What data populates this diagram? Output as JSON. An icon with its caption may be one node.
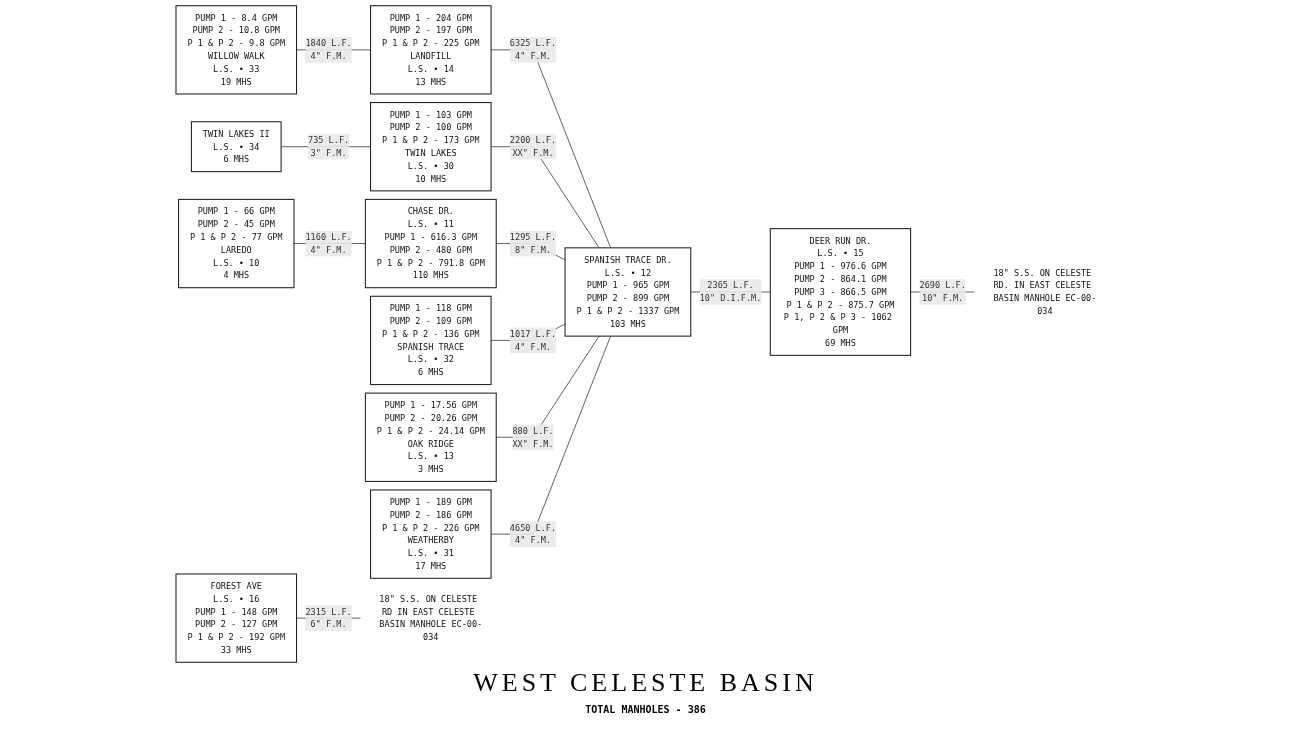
{
  "diagram": {
    "title": "WEST CELESTE BASIN",
    "nodes": [
      {
        "text": [
          "PUMP 1 - 8.4 GPM",
          "PUMP 2 - 10.8 GPM",
          "P 1 & P 2 - 9.8 GPM",
          "WILLOW WALK",
          "L.S. • 33",
          "19 MHS"
        ]
      },
      {
        "text": [
          "PUMP 1 - 204 GPM",
          "PUMP 2 - 197 GPM",
          "P 1 & P 2 - 225 GPM",
          "LANDFILL",
          "L.S. • 14",
          "13 MHS"
        ]
      },
      {
        "text": [
          "TWIN LAKES II",
          "L.S. • 34",
          "6 MHS"
        ]
      },
      {
        "text": [
          "PUMP 1 - 103 GPM",
          "PUMP 2 - 100 GPM",
          "P 1 & P 2 - 173 GPM",
          "TWIN LAKES",
          "L.S. • 30",
          "10 MHS"
        ]
      },
      {
        "text": [
          "PUMP 1 - 66 GPM",
          "PUMP 2 - 45 GPM",
          "P 1 & P 2 - 77 GPM",
          "LAREDO",
          "L.S. • 10",
          "4 MHS"
        ]
      },
      {
        "text": [
          "CHASE DR.",
          "L.S. • 11",
          "PUMP 1 - 616.3 GPM",
          "PUMP 2 - 480 GPM",
          "P 1 & P 2 - 791.8 GPM",
          "110 MHS"
        ]
      },
      {
        "text": [
          "PUMP 1 - 118 GPM",
          "PUMP 2 - 109 GPM",
          "P 1 & P 2 - 136 GPM",
          "SPANISH TRACE",
          "L.S. • 32",
          "6 MHS"
        ]
      },
      {
        "text": [
          "PUMP 1 - 17.56 GPM",
          "PUMP 2 - 20.26 GPM",
          "P 1 & P 2 - 24.14 GPM",
          "OAK RIDGE",
          "L.S. • 13",
          "3 MHS"
        ]
      },
      {
        "text": [
          "PUMP 1 - 189 GPM",
          "PUMP 2 - 186 GPM",
          "P 1 & P 2 - 226 GPM",
          "WEATHERBY",
          "L.S. • 31",
          "17 MHS"
        ]
      },
      {
        "text": [
          "SPANISH TRACE DR.",
          "L.S. • 12",
          "PUMP 1 - 965 GPM",
          "PUMP 2 - 899 GPM",
          "P 1 & P 2 - 1337 GPM",
          "103 MHS"
        ]
      },
      {
        "text": [
          "DEER RUN DR.",
          "L.S. • 15",
          "PUMP 1 - 976.6 GPM",
          "PUMP 2 - 864.1 GPM",
          "PUMP 3 - 866.5 GPM",
          "P 1 & P 2 - 875.7 GPM",
          "P 1, P 2 & P 3 - 1062 GPM",
          "69 MHS"
        ]
      },
      {
        "text": [
          "18\" S.S. ON CELESTE RD. IN EAST CELESTE BASIN MANHOLE EC-00-034"
        ]
      },
      {
        "text": [
          "FOREST AVE",
          "L.S. • 16",
          "PUMP 1 - 148 GPM",
          "PUMP 2 - 127 GPM",
          "P 1 & P 2 - 192 GPM",
          "33 MHS"
        ]
      },
      {
        "text": [
          "18\" S.S. ON CELESTE RD IN EAST CELESTE BASIN MANHOLE EC-00-034"
        ]
      }
    ],
    "edges": [
      {
        "from": 0,
        "to": 1,
        "arrow": "none",
        "label": "1840 L.F. 4\" F.M."
      },
      {
        "from": 2,
        "to": 3,
        "arrow": "none",
        "label": "735 L.F. 3\" F.M."
      },
      {
        "from": 4,
        "to": 5,
        "arrow": "none",
        "label": "1160 L.F. 4\" F.M."
      },
      {
        "from": 1,
        "to": 9,
        "arrow": "none",
        "label": "6325 L.F. 4\" F.M."
      },
      {
        "from": 3,
        "to": 9,
        "arrow": "none",
        "label": "2200 L.F. XX\" F.M."
      },
      {
        "from": 5,
        "to": 9,
        "arrow": "none",
        "label": "1295 L.F. 8\" F.M."
      },
      {
        "from": 6,
        "to": 9,
        "arrow": "none",
        "label": "1017 L.F. 4\" F.M."
      },
      {
        "from": 7,
        "to": 9,
        "arrow": "none",
        "label": "880 L.F. XX\" F.M."
      },
      {
        "from": 8,
        "to": 9,
        "arrow": "none",
        "label": "4650 L.F. 4\" F.M."
      },
      {
        "from": 9,
        "to": 10,
        "arrow": "none",
        "label": "2365 L.F. 10\" D.I.F.M."
      },
      {
        "from": 10,
        "to": 11,
        "arrow": "none",
        "label": "2690 L.F. 10\" F.M."
      },
      {
        "from": 12,
        "to": 13,
        "arrow": "none",
        "label": "2315 L.F. 6\" F.M."
      }
    ],
    "labels": [
      "TOTAL MANHOLES - 386"
    ]
  }
}
